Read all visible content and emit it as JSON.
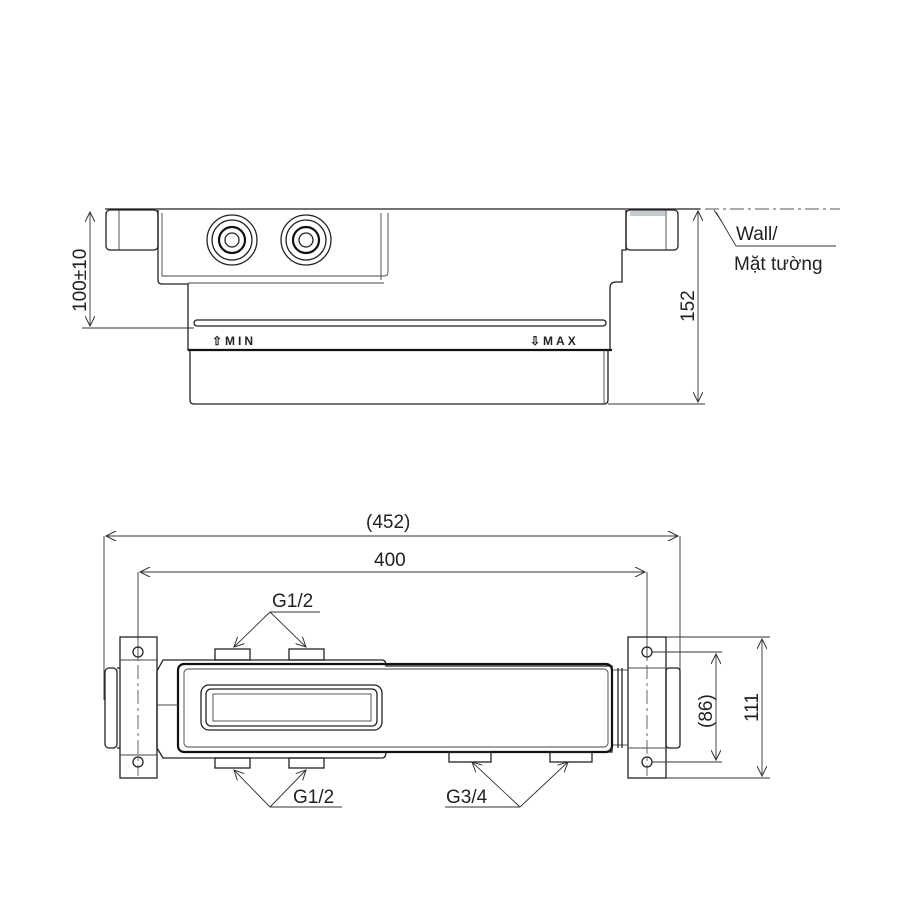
{
  "side_view": {
    "dim_depth_adjust": "100±10",
    "dim_total_depth": "152",
    "wall_label_line1": "Wall/",
    "wall_label_line2": "Mặt tường",
    "min_mark": "⇧MIN",
    "max_mark": "⇩MAX"
  },
  "top_view": {
    "dim_overall_width": "(452)",
    "dim_mount_width": "400",
    "dim_inner_height": "(86)",
    "dim_outer_height": "111",
    "port_top_label": "G1/2",
    "port_bottom_left_label": "G1/2",
    "port_bottom_right_label": "G3/4"
  }
}
